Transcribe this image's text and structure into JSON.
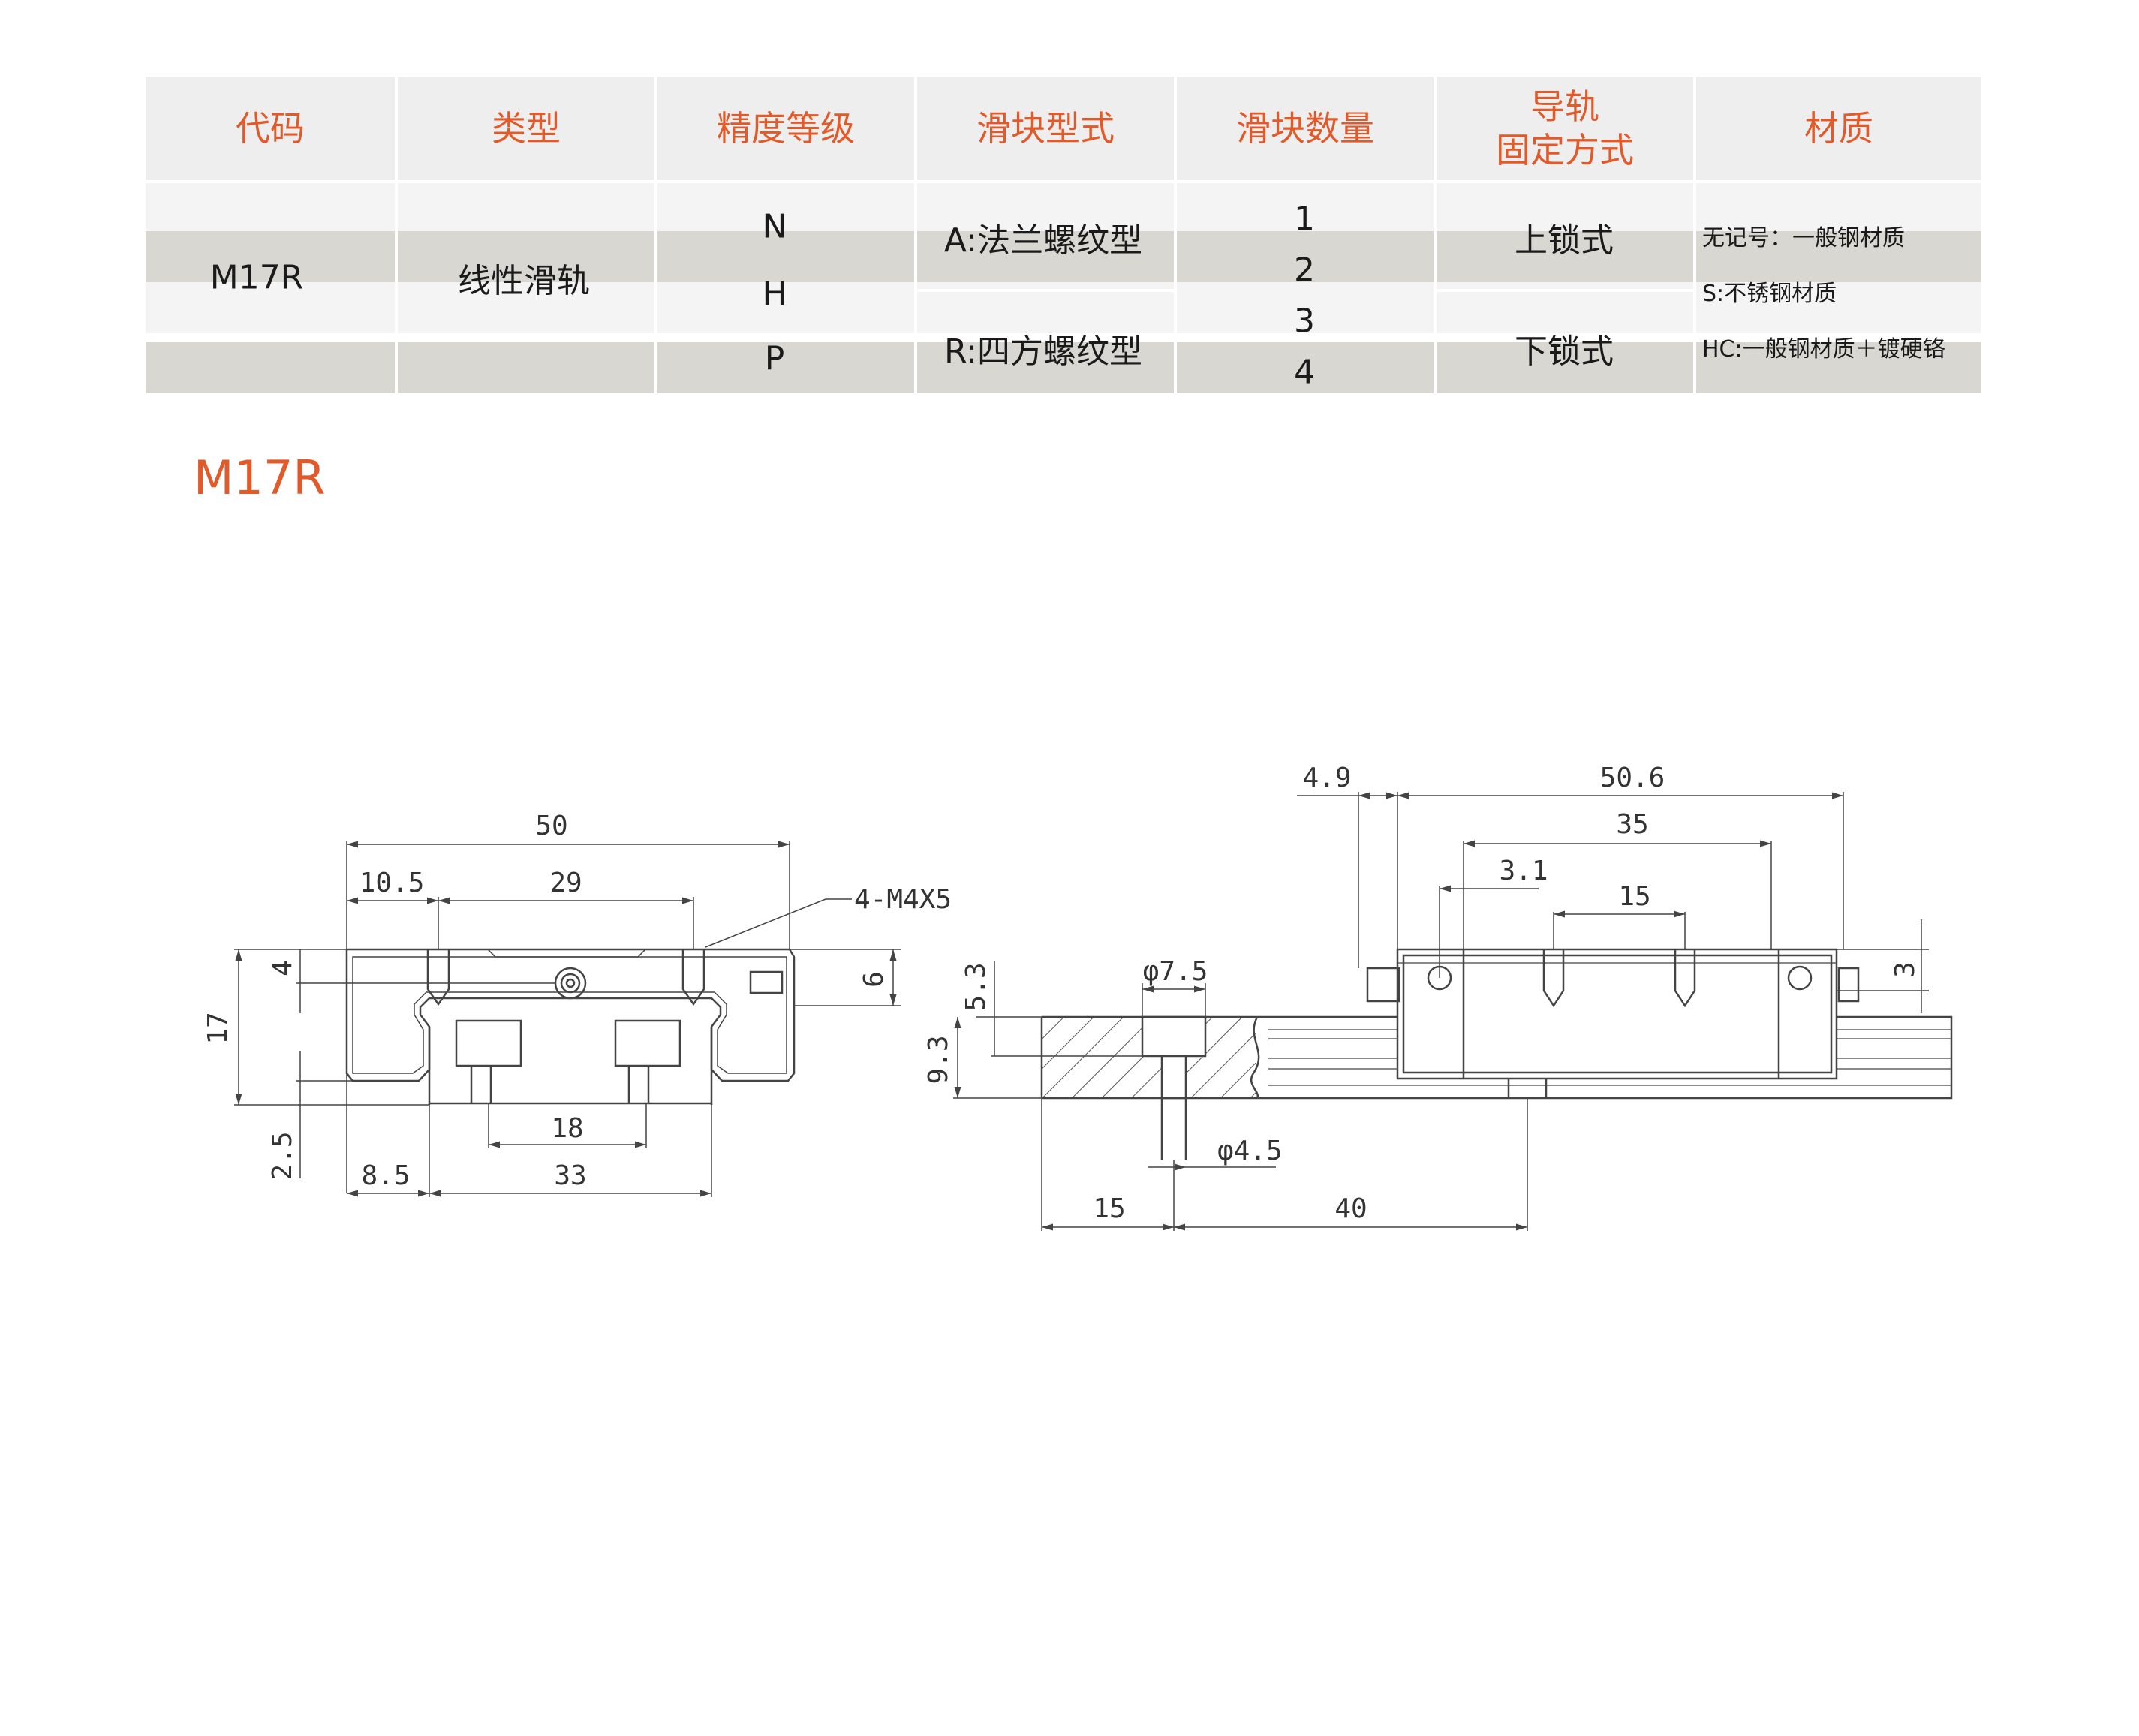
{
  "table": {
    "headers": [
      "代码",
      "类型",
      "精度等级",
      "滑块型式",
      "滑块数量",
      "导轨\n固定方式",
      "材质"
    ],
    "header_lines": {
      "c1": "代码",
      "c2": "类型",
      "c3": "精度等级",
      "c4": "滑块型式",
      "c5": "滑块数量",
      "c6_line1": "导轨",
      "c6_line2": "固定方式",
      "c7": "材质"
    },
    "code": "M17R",
    "type": "线性滑轨",
    "precision": [
      "N",
      "H",
      "P"
    ],
    "block_styles": [
      "A:法兰螺纹型",
      "R:四方螺纹型"
    ],
    "block_counts": [
      "1",
      "2",
      "3",
      "4"
    ],
    "rail_fixing": [
      "上锁式",
      "下锁式"
    ],
    "materials": [
      "无记号：一般钢材质",
      "S:不锈钢材质",
      "HC:一般钢材质＋镀硬铬"
    ]
  },
  "model_title": "M17R",
  "drawing": {
    "front_view_dims": {
      "overall_width": "50",
      "offset_left": "10.5",
      "hole_pitch": "29",
      "thread": "4-M4X5",
      "top_depth": "4",
      "height": "17",
      "right_height": "6",
      "bottom_gap": "2.5",
      "rail_offset": "8.5",
      "rail_width": "33",
      "inner_pitch": "18"
    },
    "side_view_dims": {
      "end_seal": "4.9",
      "block_length": "50.6",
      "body_length": "35",
      "nipple_offset": "3.1",
      "hole_pitch": "15",
      "right_height": "3",
      "counterbore_depth": "5.3",
      "rail_height": "9.3",
      "counterbore_dia": "φ7.5",
      "hole_dia": "φ4.5",
      "end_pitch": "15",
      "rail_pitch": "40"
    }
  }
}
